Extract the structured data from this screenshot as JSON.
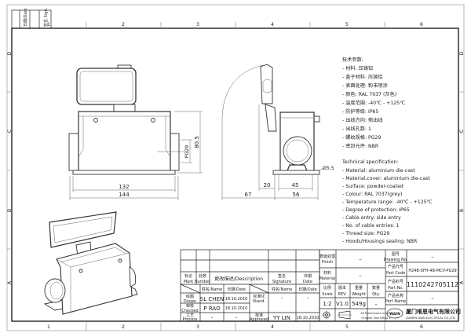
{
  "border": {
    "columns": [
      "1",
      "2",
      "3",
      "4",
      "5",
      "6"
    ],
    "rows": [
      "D",
      "C",
      "B",
      "A"
    ],
    "corner_labels": [
      "日期/Date",
      "签名 Sign."
    ]
  },
  "front_view": {
    "dim_width_inner": "132",
    "dim_width_outer": "144",
    "dim_height": "80.5",
    "thread_label": "PG29"
  },
  "side_view": {
    "dim_lid": "20",
    "dim_body": "45",
    "dim_open": "67",
    "dim_base": "56",
    "hole_dia": "Ø5.5"
  },
  "spec_cn": {
    "title": "技术参数:",
    "items": [
      "- 材料: 压铸铝",
      "- 盖子材料: 压铸铝",
      "- 表面处理: 粉末喷涂",
      "- 颜色: RAL 7037 (灰色)",
      "- 温度范围: -40℃ - +125℃",
      "- 防护等级: IP65",
      "- 出线方向: 侧出线",
      "- 出线孔数: 1",
      "- 螺纹规格: PG29",
      "- 密封元件: NBR"
    ]
  },
  "spec_en": {
    "title": "Technical specification:",
    "items": [
      "- Material: aluminium die-cast",
      "- Material,cover: aluminium die-cast",
      "- Surface: powder-coated",
      "- Colour: RAL 7037(grey)",
      "- Temperature range: -40℃ - +125℃",
      "- Degree of protection: IP65",
      "- Cable entry: side entry",
      "- No. of cable entries: 1",
      "- Thread size: PG29",
      "- Hoods/Housings sealing: NBR"
    ]
  },
  "revision_block": {
    "mark_cn": "标记",
    "mark": "Mark",
    "number_cn": "处数",
    "number": "Number",
    "description": "更改描述/Description",
    "signature_cn": "签名",
    "signature": "Signature",
    "date_cn": "日期",
    "date": "Date",
    "name_header": "姓名/Name",
    "date_header": "日期/Date",
    "drawn_cn": "绘图",
    "drawn": "Drawn",
    "drawn_name": "SL CHEN",
    "drawn_date": "18.10.2010",
    "checked_cn": "审核",
    "checked": "Checked",
    "checked_name": "P RAO",
    "checked_date": "18.10.2010",
    "process_cn": "工艺",
    "process": "Process",
    "process_name": "–",
    "process_date": "–",
    "stand_cn": "标准化",
    "stand": "Stand.",
    "stand_name": "–",
    "stand_date": "–",
    "approved_cn": "批准",
    "approved": "Approved",
    "approved_name": "YY LIN",
    "approved_date": "18.10.2010"
  },
  "title_block": {
    "finish_cn": "表面处理",
    "finish": "Finish",
    "finish_value": "–",
    "material_cn": "材料",
    "material": "Material",
    "material_value": "–",
    "scale_cn": "比例",
    "scale": "Scale",
    "scale_value": "1:2",
    "rev_cn": "版本",
    "rev": "REV.",
    "rev_value": "V1.0",
    "weight_cn": "重量",
    "weight": "Weight",
    "weight_value": "549g",
    "qty_cn": "数量",
    "qty": "Qty.",
    "qty_value": "–",
    "dims_note_1": "All Dimensions in mm",
    "dims_note_2": "Original Size DIN A 4",
    "drawing_no_cn": "图号",
    "drawing_no": "Drawing No.",
    "drawing_no_value": "–",
    "part_code_cn": "产品代号",
    "part_code": "Part Code",
    "part_code_value": "H24B-SFH-4B-MCV-PG29",
    "part_no_cn": "产品料号",
    "part_no": "Part No.",
    "part_no_value": "1110242705112",
    "part_name_cn": "产品名称",
    "part_name": "Part Name",
    "part_name_value": "–",
    "logo_text": "WAIN",
    "company_cn": "厦门唯恩电气有限公司",
    "company_en": "XIAMEN WAIN ELECTRICAL CO.,LTD"
  }
}
